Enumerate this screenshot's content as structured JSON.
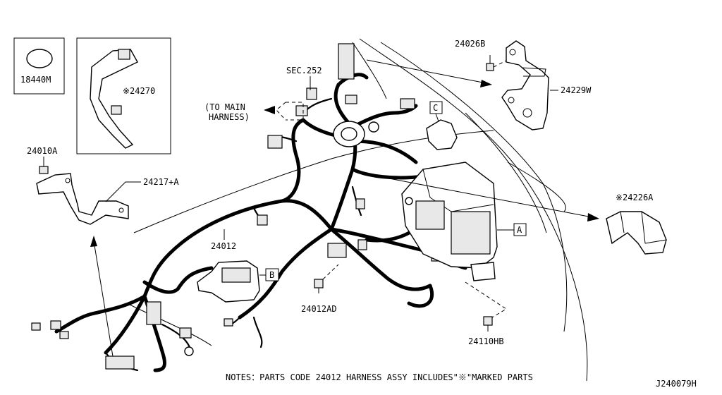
{
  "diagram_id": "J240079H",
  "notes": "NOTES：PARTS CODE 24012 HARNESS ASSY INCLUDES\"※\"MARKED PARTS",
  "callouts": {
    "p18440M": "18440M",
    "p24270": "※24270",
    "p24010A": "24010A",
    "p24217A": "24217+A",
    "sec252": "SEC.252",
    "to_main_1": "(TO MAIN",
    "to_main_2": "HARNESS)",
    "p24026B": "24026B",
    "p24229W": "24229W",
    "p24226A": "※24226A",
    "p24012": "24012",
    "p24012AD": "24012AD",
    "p24110HB": "24110HB",
    "ref_a": "A",
    "ref_b": "B",
    "ref_c": "C"
  }
}
